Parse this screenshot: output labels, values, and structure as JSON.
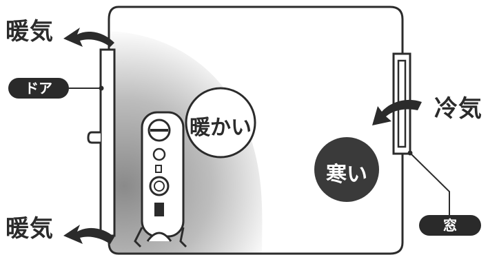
{
  "labels": {
    "warm_air_top": "暖気",
    "warm_air_bottom": "暖気",
    "cold_air": "冷気",
    "door": "ドア",
    "window": "窓",
    "warm_zone": "暖かい",
    "cold_zone": "寒い"
  },
  "colors": {
    "outline": "#2b2b2b",
    "dark_fill": "#3a3a3a",
    "warm_gradient_center": "#8a8a8a",
    "background": "#ffffff"
  },
  "icons": [
    "heater-icon",
    "warm-air-arrow-icon",
    "cold-air-arrow-icon",
    "door-icon",
    "window-icon"
  ]
}
